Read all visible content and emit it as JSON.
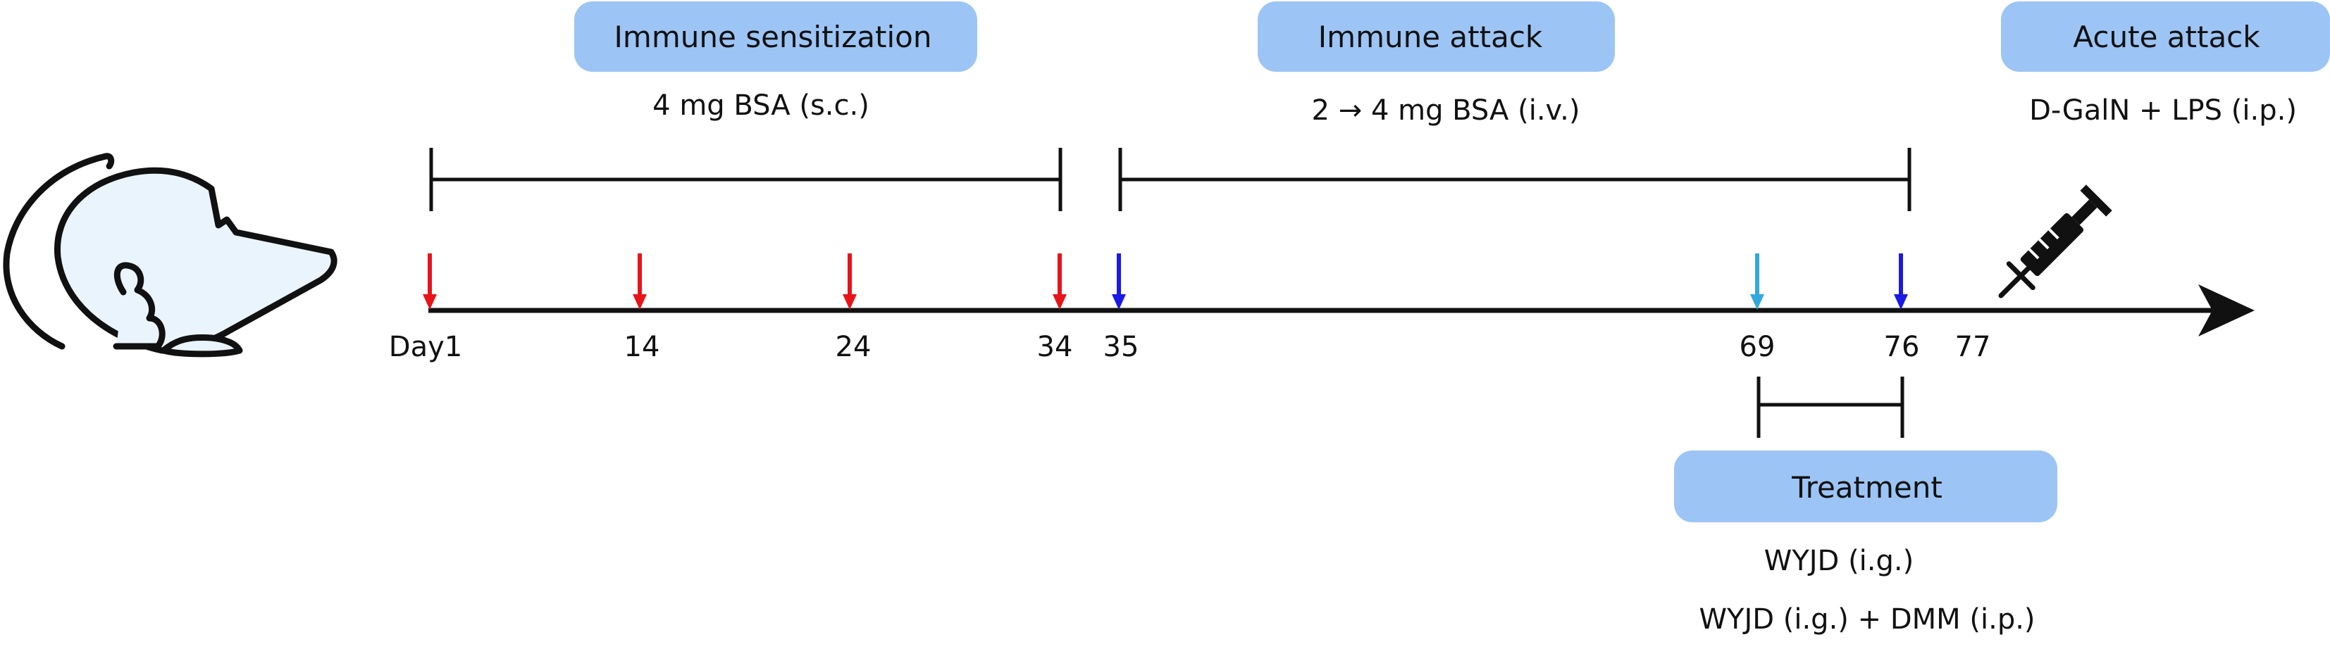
{
  "colors": {
    "box_fill": "#9cc5f5",
    "sensitization_arrow": "#e8141a",
    "attack_arrow": "#1a1ae6",
    "treatment_arrow": "#31a9de",
    "line": "#111111",
    "mouse_fill": "#eaf4fc"
  },
  "phases": {
    "sensitization": {
      "title": "Immune sensitization",
      "dose": "4 mg BSA (s.c.)"
    },
    "attack": {
      "title": "Immune attack",
      "dose": "2 → 4 mg BSA (i.v.)"
    },
    "acute": {
      "title": "Acute attack",
      "dose": "D-GalN + LPS (i.p.)"
    },
    "treatment": {
      "title": "Treatment",
      "line1": "WYJD (i.g.)",
      "line2": "WYJD (i.g.) + DMM (i.p.)"
    }
  },
  "days": [
    "Day1",
    "14",
    "24",
    "34",
    "35",
    "69",
    "76",
    "77"
  ],
  "icons": {
    "animal": "mouse-icon",
    "injection": "syringe-icon"
  }
}
